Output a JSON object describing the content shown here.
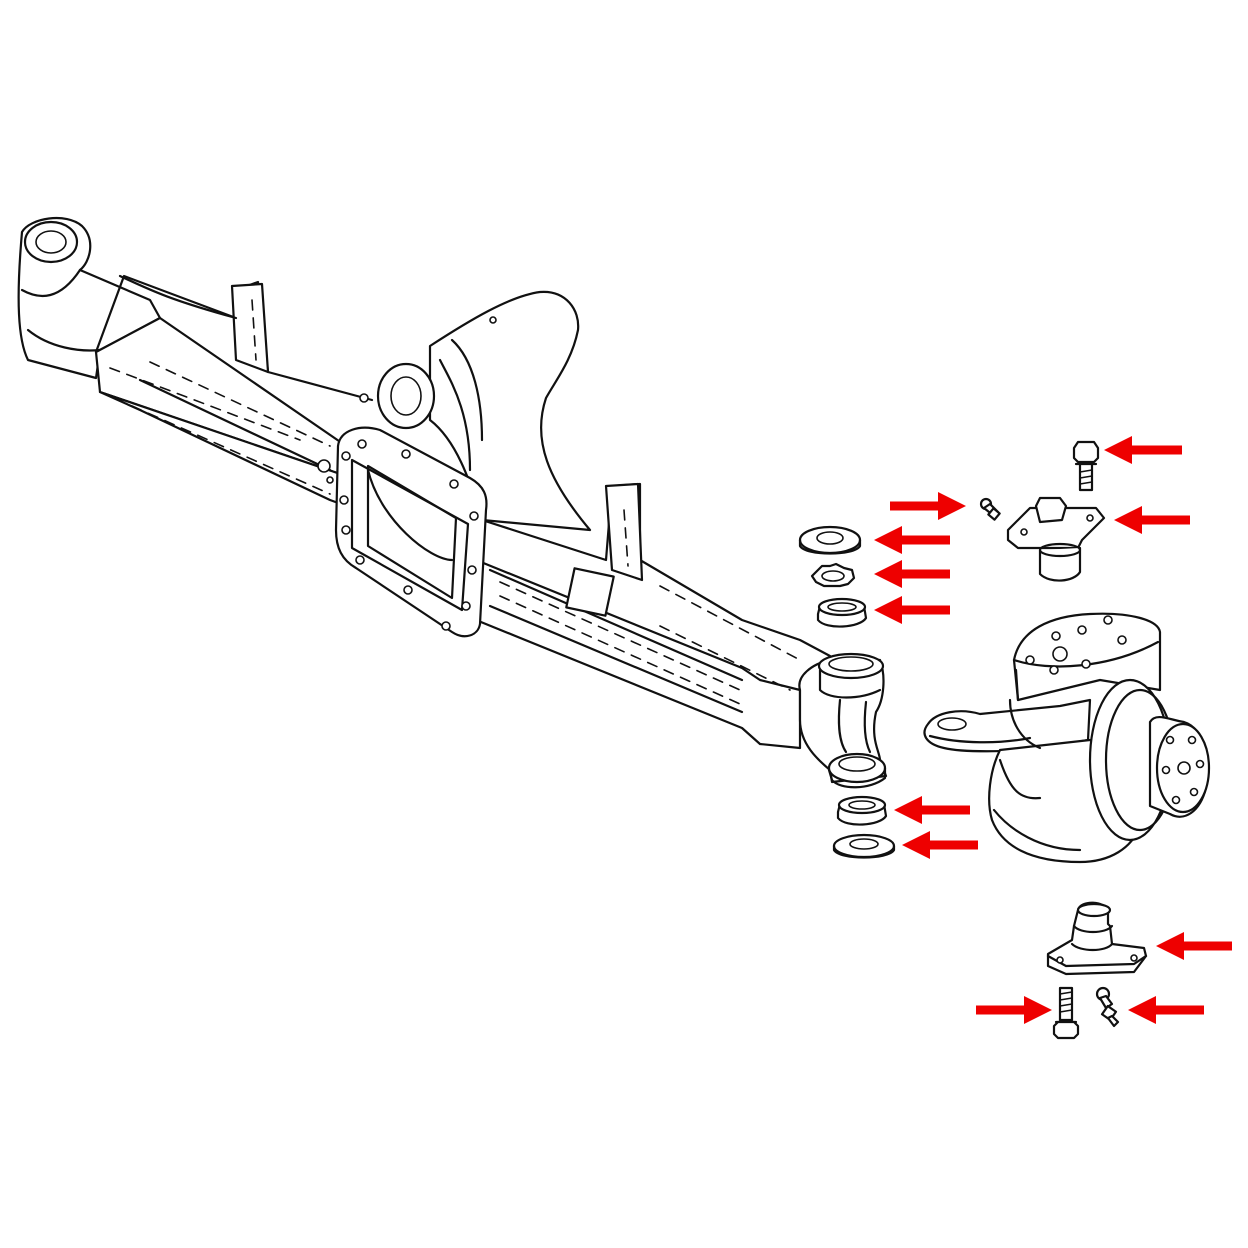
{
  "diagram": {
    "type": "exploded parts drawing",
    "line_color": "#111111",
    "arrow_color": "#ee0000",
    "parts": [
      {
        "id": "axle-housing",
        "icon": "front-axle-housing"
      },
      {
        "id": "upper-thrust-washer",
        "icon": "washer"
      },
      {
        "id": "upper-lock-retainer",
        "icon": "toothed-retainer"
      },
      {
        "id": "upper-bearing",
        "icon": "bearing-race"
      },
      {
        "id": "upper-bolt",
        "icon": "bolt"
      },
      {
        "id": "upper-grease-fitting",
        "icon": "grease-fitting"
      },
      {
        "id": "upper-king-pin",
        "icon": "king-pin-cap"
      },
      {
        "id": "steering-knuckle",
        "icon": "steering-knuckle"
      },
      {
        "id": "lower-bearing",
        "icon": "bearing-race"
      },
      {
        "id": "lower-thrust-washer",
        "icon": "washer"
      },
      {
        "id": "lower-king-pin",
        "icon": "king-pin-cap"
      },
      {
        "id": "lower-bolt",
        "icon": "bolt"
      },
      {
        "id": "lower-grease-fitting",
        "icon": "grease-fitting"
      }
    ],
    "arrows": [
      {
        "target": "upper-bolt",
        "direction": "left"
      },
      {
        "target": "upper-grease-fitting",
        "direction": "right"
      },
      {
        "target": "upper-king-pin",
        "direction": "left"
      },
      {
        "target": "upper-thrust-washer",
        "direction": "left"
      },
      {
        "target": "upper-lock-retainer",
        "direction": "left"
      },
      {
        "target": "upper-bearing",
        "direction": "left"
      },
      {
        "target": "lower-bearing",
        "direction": "left"
      },
      {
        "target": "lower-thrust-washer",
        "direction": "left"
      },
      {
        "target": "lower-king-pin",
        "direction": "left"
      },
      {
        "target": "lower-bolt",
        "direction": "right"
      },
      {
        "target": "lower-grease-fitting",
        "direction": "left"
      }
    ]
  }
}
